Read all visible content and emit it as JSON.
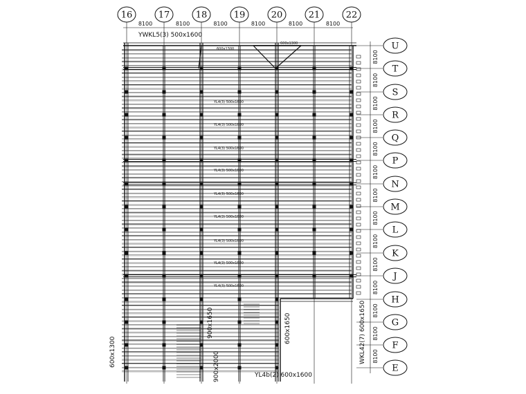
{
  "columns": [
    "16",
    "17",
    "18",
    "19",
    "20",
    "21",
    "22"
  ],
  "rows": [
    "U",
    "T",
    "S",
    "R",
    "Q",
    "P",
    "N",
    "M",
    "L",
    "K",
    "J",
    "H",
    "G",
    "F",
    "E"
  ],
  "spacing_top": [
    "8100",
    "8100",
    "8100",
    "8100",
    "8100",
    "8100"
  ],
  "spacing_right": [
    "8100",
    "8100",
    "8100",
    "8100",
    "8100",
    "8100",
    "8100",
    "8100",
    "8100",
    "8100",
    "8100",
    "8100",
    "8100",
    "8100"
  ],
  "labels": {
    "top_beam": "YWKL5(3) 500x1600",
    "top_beam_a": "600x1300",
    "top_beam_b": "600x1300",
    "center_beam": "YL4(3) 500x1600",
    "left_vertical": "600x1300",
    "col18_vertical": "900x1650",
    "col18_bottom": "900x2000",
    "col20_vertical": "600x1650",
    "right_vertical": "WKL42(7) 600x1650",
    "bottom_beam": "YL4b(2) 600x1600"
  },
  "colors": {
    "line": "#111111",
    "background": "#ffffff"
  }
}
